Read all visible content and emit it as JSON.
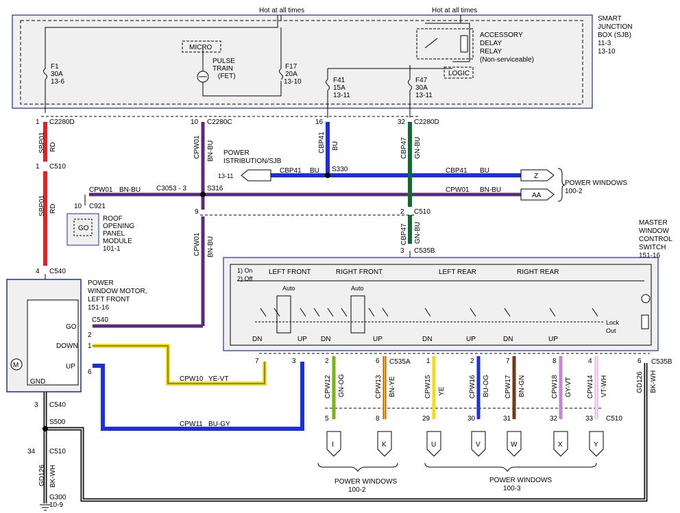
{
  "top_notes": {
    "hot_left": "Hot at all times",
    "hot_right": "Hot at all times"
  },
  "sjb": {
    "label": [
      "SMART",
      "JUNCTION",
      "BOX (SJB)",
      "11-3",
      "13-10"
    ],
    "micro": "MICRO",
    "pulse": [
      "PULSE",
      "TRAIN",
      "(FET)"
    ],
    "relay": [
      "ACCESSORY",
      "DELAY",
      "RELAY",
      "(Non-serviceable)"
    ],
    "logic": "LOGIC",
    "fuses": {
      "f1": [
        "F1",
        "30A",
        "13-6"
      ],
      "f17": [
        "F17",
        "20A",
        "13-10"
      ],
      "f41": [
        "F41",
        "15A",
        "13-11"
      ],
      "f47": [
        "F47",
        "30A",
        "13-11"
      ]
    }
  },
  "connectors": {
    "c2280d_1": "1",
    "c2280d_1_lbl": "C2280D",
    "c2280c_10": "10",
    "c2280c_lbl": "C2280C",
    "c2280_16": "16",
    "c2280d_32": "32",
    "c2280d_32_lbl": "C2280D",
    "c510_1": "1",
    "c510_lbl": "C510",
    "c921_10": "10",
    "c921_lbl": "C921",
    "c3053": "C3053 - 3",
    "s316": "S316",
    "s330": "S330",
    "pin9": "9",
    "c510_2": "2",
    "c510_2_lbl": "C510",
    "c535b_3": "3",
    "c535b_3_lbl": "C535B",
    "c540_4": "4",
    "c540_lbl": "C540",
    "c540_go": "C540",
    "pin_go": "2",
    "pin_down": "1",
    "pin_up": "6",
    "c540_3": "3",
    "c540_3_lbl": "C540",
    "s500": "S500",
    "c510_34": "34",
    "c510_34_lbl": "C510",
    "g300": [
      "G300",
      "10-9"
    ],
    "sw_top_pins": [
      "7",
      "3",
      "2",
      "6",
      "1",
      "2",
      "7",
      "8",
      "4",
      "6"
    ],
    "c535a_lbl": "C535A",
    "c535b_lbl": "C535B",
    "c510_pins": [
      "5",
      "8",
      "29",
      "30",
      "31",
      "32",
      "33"
    ],
    "c510_bottom_lbl": "C510"
  },
  "wires": {
    "sbp01_a": "SBP01",
    "rd_a": "RD",
    "sbp01_b": "SBP01",
    "rd_b": "RD",
    "cpw01_v": "CPW01",
    "bnbu_v": "BN-BU",
    "cbp41_v": "CBP41",
    "bu_v": "BU",
    "cbp47_v": "CBP47",
    "gnbu_v": "GN-BU",
    "cbp41_h": "CBP41",
    "bu_h": "BU",
    "cbp41_h2": "CBP41",
    "bu_h2": "BU",
    "cpw01_h": "CPW01",
    "bnbu_h": "BN-BU",
    "cpw01_h2": "CPW01",
    "bnbu_h2": "BN-BU",
    "cpw01_v2": "CPW01",
    "bnbu_v2": "BN-BU",
    "cbp47_v2": "CBP47",
    "gnbu_v2": "GN-BU",
    "cpw10": "CPW10",
    "yevt": "YE-VT",
    "cpw11": "CPW11",
    "bugy": "BU-GY",
    "gd126_a": "GD126",
    "bkwh_a": "BK-WH",
    "gd126_b": "GD126",
    "bkwh_b": "BK-WH",
    "sw_wires": [
      {
        "circuit": "CPW12",
        "color": "GN-OG"
      },
      {
        "circuit": "CPW13",
        "color": "BN-YE"
      },
      {
        "circuit": "CPW15",
        "color": "YE"
      },
      {
        "circuit": "CPW16",
        "color": "BU-OG"
      },
      {
        "circuit": "CPW17",
        "color": "BN-GN"
      },
      {
        "circuit": "CPW18",
        "color": "GY-VT"
      },
      {
        "circuit": "CPW14",
        "color": "VT-WH"
      }
    ]
  },
  "modules": {
    "power_dist": [
      "POWER",
      "ISTRIBUTION/SJB"
    ],
    "power_dist_ref": "13-11",
    "roof": [
      "ROOF",
      "OPENING",
      "PANEL",
      "MODULE",
      "101-1"
    ],
    "roof_go": "GO",
    "motor": [
      "POWER",
      "WINDOW MOTOR,",
      "LEFT FRONT",
      "151-16"
    ],
    "motor_pins": {
      "go": "GO",
      "down": "DOWN",
      "up": "UP",
      "gnd": "GND",
      "m": "M"
    },
    "power_windows_right": [
      "POWER WINDOWS",
      "100-2"
    ],
    "z": "Z",
    "aa": "AA",
    "master": [
      "MASTER",
      "WINDOW",
      "CONTROL",
      "SWITCH",
      "151-16"
    ],
    "sw_legend": [
      "1) On",
      "2) Off"
    ],
    "sw_groups": [
      "LEFT FRONT",
      "RIGHT FRONT",
      "LEFT REAR",
      "RIGHT REAR"
    ],
    "auto": [
      "Auto",
      "Auto"
    ],
    "dnup": [
      "DN",
      "UP",
      "DN",
      "UP",
      "DN",
      "UP",
      "DN",
      "UP"
    ],
    "lockout": [
      "Lock",
      "Out"
    ],
    "bottom_letters": [
      "I",
      "K",
      "U",
      "V",
      "W",
      "X",
      "Y"
    ],
    "pw_bottom_a": [
      "POWER WINDOWS",
      "100-2"
    ],
    "pw_bottom_b": [
      "POWER WINDOWS",
      "100-3"
    ]
  },
  "colors": {
    "red": "#e8211a",
    "purple": "#7b2a4a",
    "blue": "#1a2fe0",
    "green": "#0f6b2f",
    "yellow": "#f2dd1c",
    "black": "#111111",
    "frame": "#1f2aa8"
  }
}
